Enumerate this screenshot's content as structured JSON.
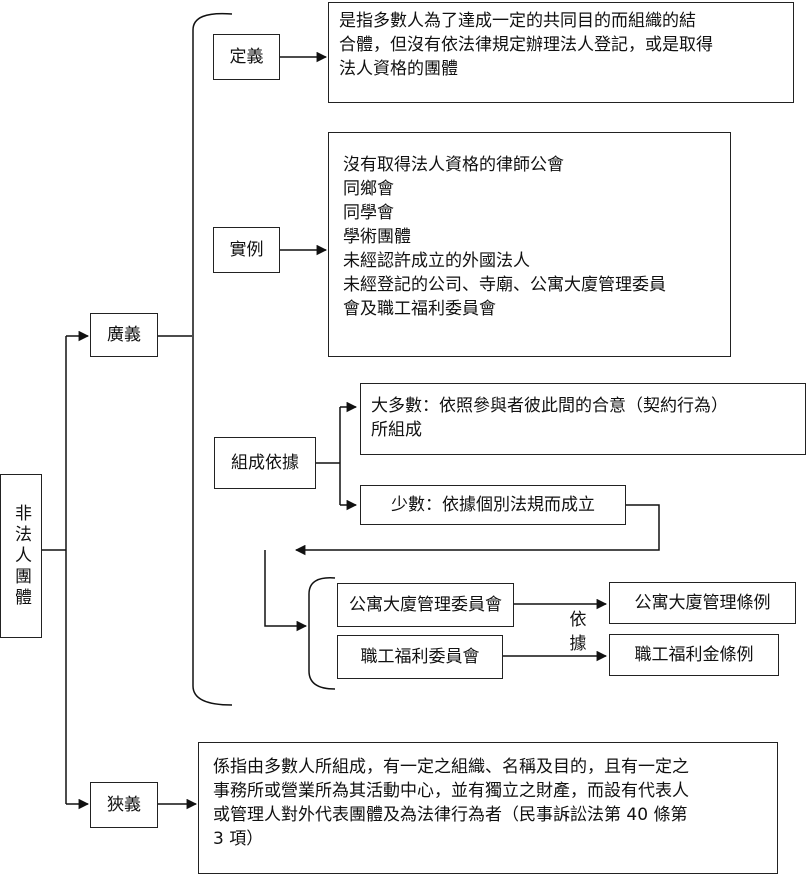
{
  "root": "非法人團體",
  "broad": {
    "label": "廣義",
    "definition": {
      "label": "定義",
      "text": [
        "是指多數人為了達成一定的共同目的而組織的結",
        "合體，但沒有依法律規定辦理法人登記，或是取得",
        "法人資格的團體"
      ]
    },
    "examples": {
      "label": "實例",
      "text": [
        "沒有取得法人資格的律師公會",
        "同鄉會",
        "同學會",
        "學術團體",
        "未經認許成立的外國法人",
        "未經登記的公司、寺廟、公寓大廈管理委員",
        "會及職工福利委員會"
      ]
    },
    "basis": {
      "label": "組成依據",
      "majority": [
        "大多數：依照參與者彼此間的合意（契約行為）",
        "所組成"
      ],
      "minority": "少數：依據個別法規而成立",
      "groups": [
        {
          "name": "公寓大廈管理委員會",
          "law": "公寓大廈管理條例"
        },
        {
          "name": "職工福利委員會",
          "law": "職工福利金條例"
        }
      ],
      "according_to": "依據"
    }
  },
  "narrow": {
    "label": "狹義",
    "text": [
      "係指由多數人所組成，有一定之組織、名稱及目的，且有一定之",
      "事務所或營業所為其活動中心，並有獨立之財產，而設有代表人",
      "或管理人對外代表團體及為法律行為者（民事訴訟法第 40 條第",
      "3 項）"
    ]
  }
}
